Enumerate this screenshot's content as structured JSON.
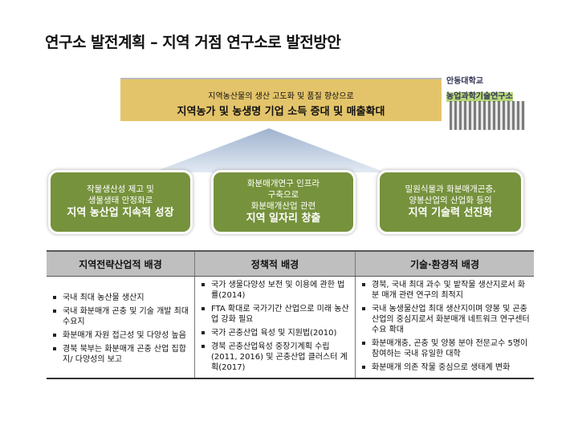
{
  "title": "연구소 발전계획 – 지역 거점 연구소로 발전방안",
  "goal": {
    "sub": "지역농산물의 생산 고도화 및 품질 향상으로",
    "main": "지역농가 및 농생명 기업 소득 증대 및 매출확대"
  },
  "logo": {
    "line1": "안동대학교",
    "line2": "농업과학기술연구소"
  },
  "boxes": [
    {
      "l1": "작물생산성 제고 및",
      "l2": "생물생태 안정화로",
      "l3": "",
      "bold": "지역 농산업 지속적 성장"
    },
    {
      "l1": "화분매개연구 인프라",
      "l2": "구축으로",
      "l3": "화분매개산업 관련",
      "bold": "지역 일자리 창출"
    },
    {
      "l1": "밀원식물과 화분매개곤충,",
      "l2": "양봉산업의 산업화 등의",
      "l3": "",
      "bold": "지역 기술력 선진화"
    }
  ],
  "table": {
    "headers": [
      "지역전략산업적 배경",
      "정책적 배경",
      "기술·환경적 배경"
    ],
    "col1": [
      "국내 최대 농산물 생산지",
      "국내 화분매개 곤충 및 기술 개발 최대 수요지",
      "화분매개 자원 접근성 및 다양성 높음",
      "경북 북부는 화분매개 곤충 산업 집합지/ 다양성의 보고"
    ],
    "col2": [
      "국가 생물다양성 보전 및 이용에 관한 법률(2014)",
      "FTA 확대로 국가기간 산업으로 미래 농산업 강화 필요",
      "국가 곤충산업 육성 및 지원법(2010)",
      "경북 곤충산업육성 중장기계획 수립(2011, 2016) 및 곤충산업 클러스터 계획(2017)"
    ],
    "col3": [
      "경북, 국내 최대 과수 및 밭작물 생산지로서 화분 매개 관련 연구의 최적지",
      "국내 농생물산업 최대 생산지이며 양봉 및 곤충산업의 중심지로서 화분매개 네트워크 연구센터 수요 확대",
      "화분매개충, 곤충 및 양봉 분야 전문교수  5명이 참여하는 국내 유일한 대학",
      "화분매개 의존 작물 중심으로 생태계 변화"
    ]
  }
}
